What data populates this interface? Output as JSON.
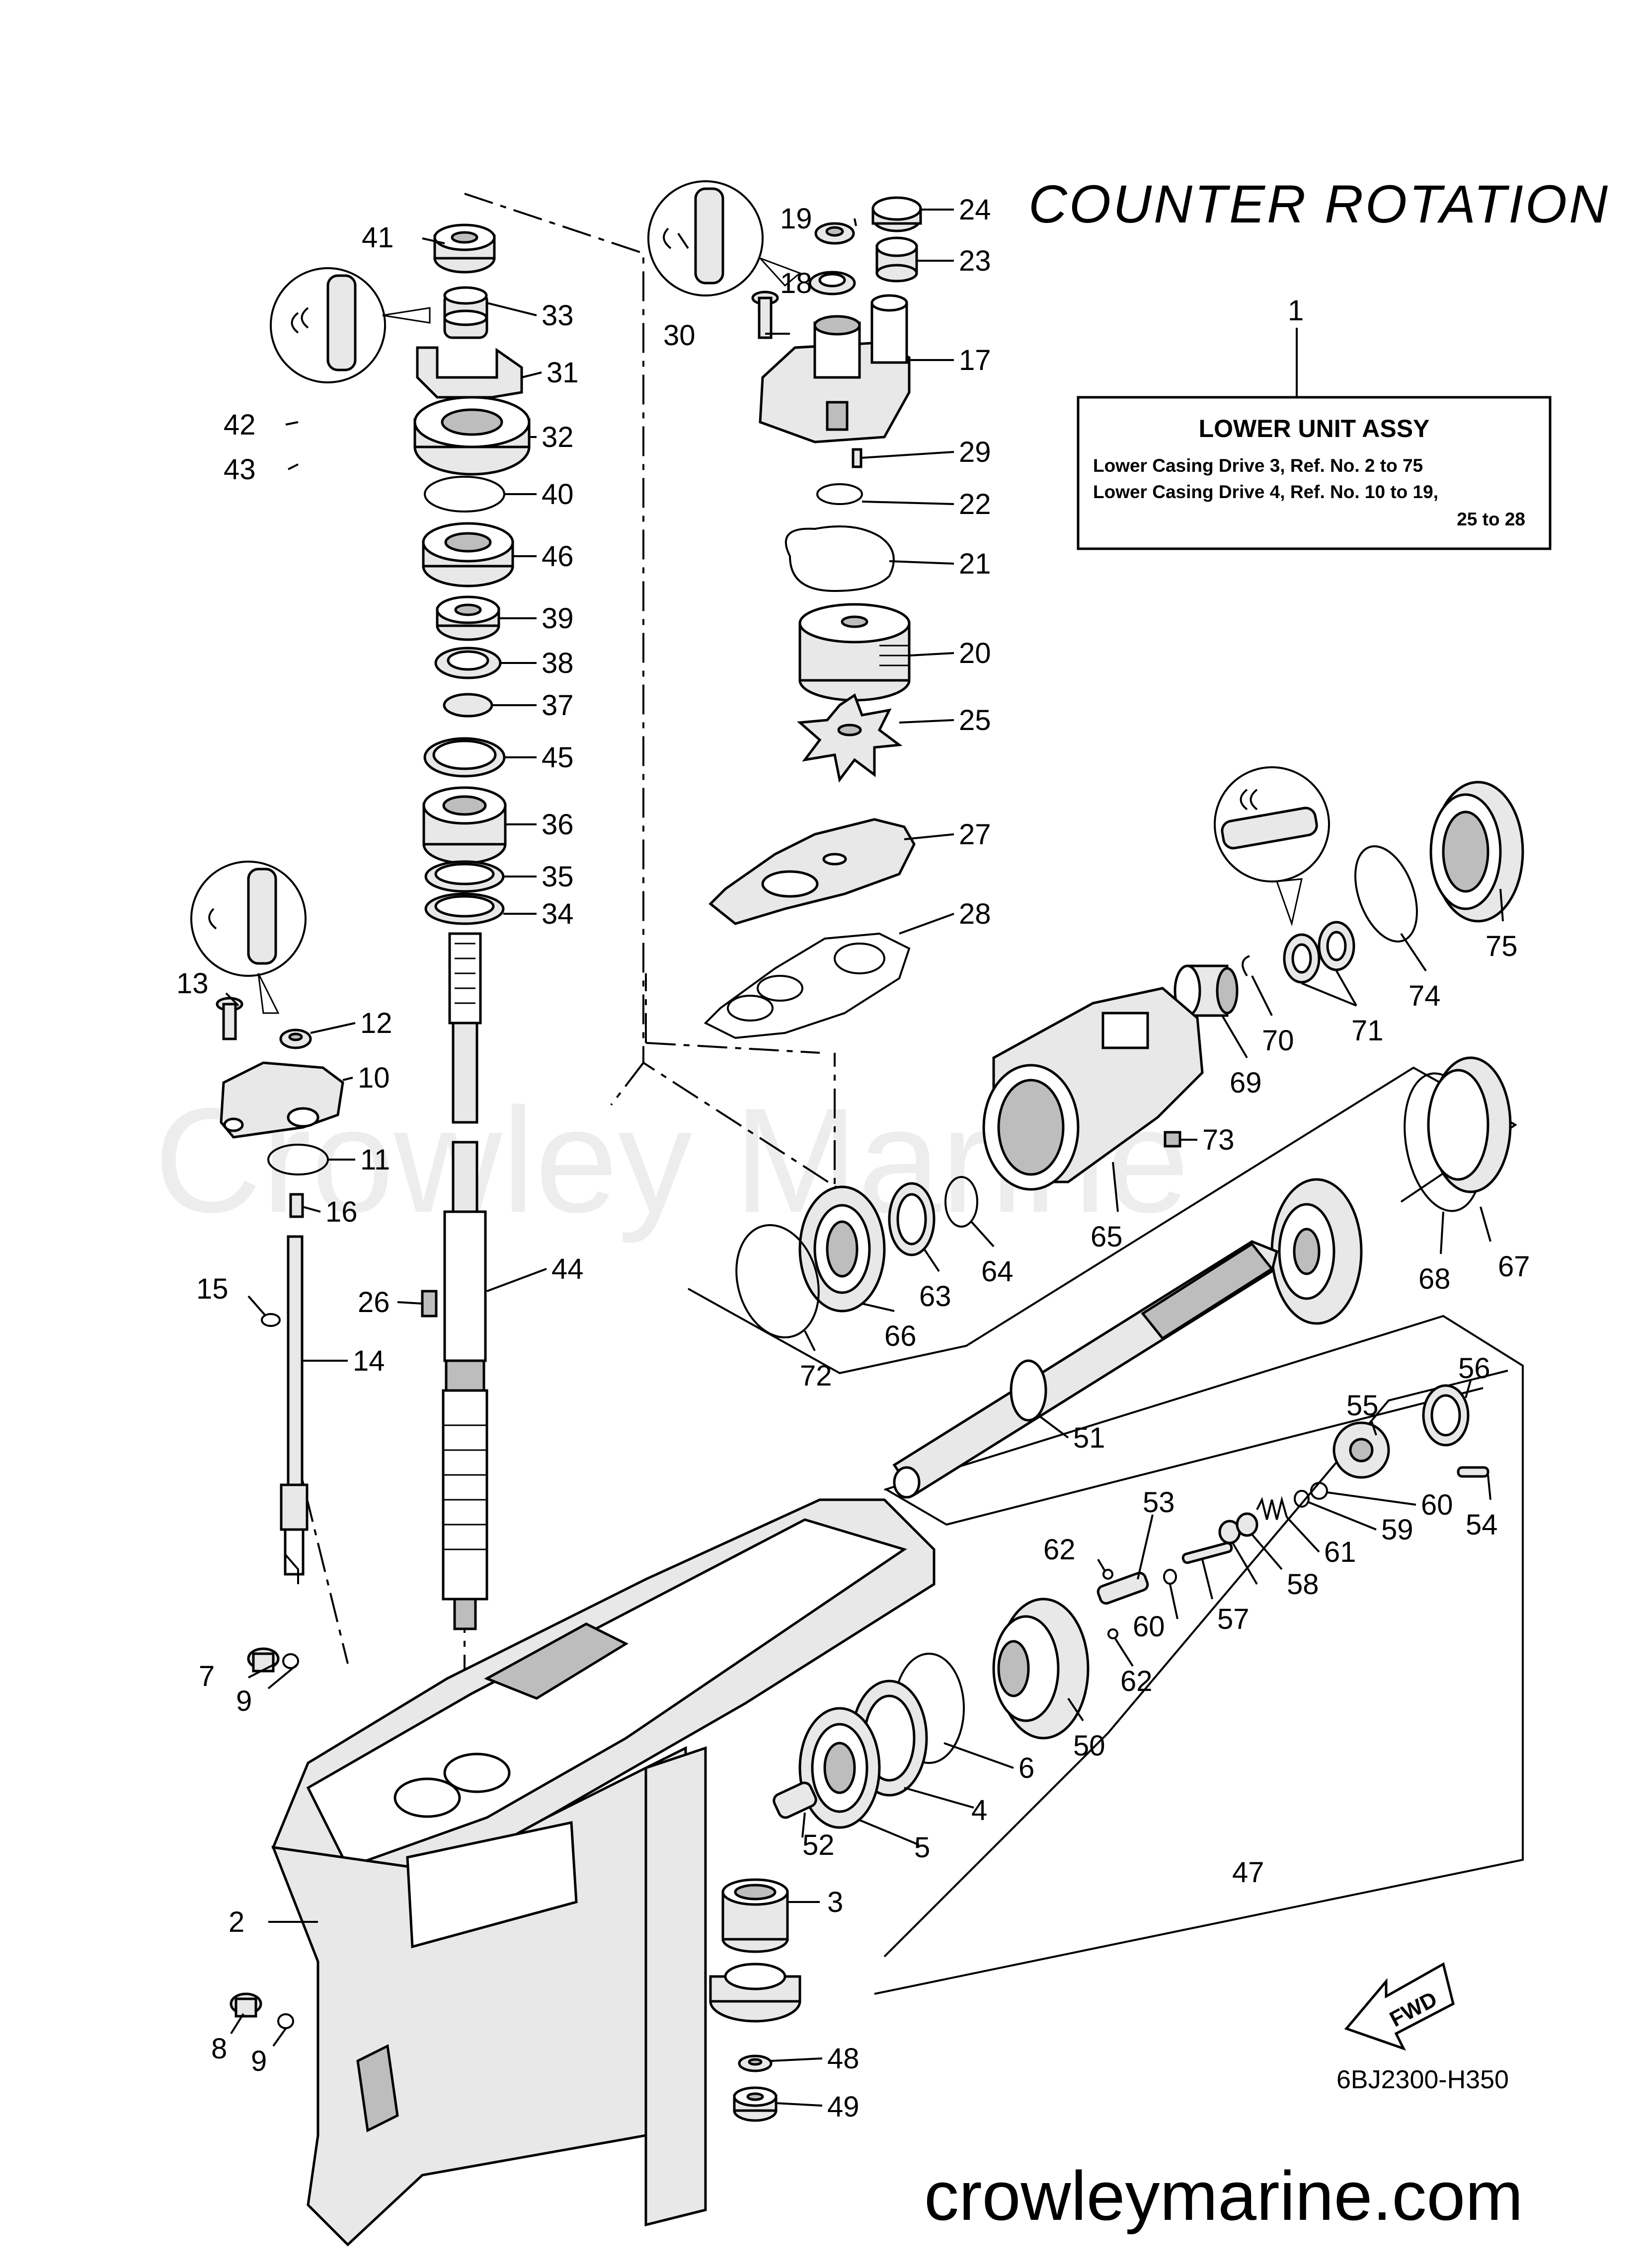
{
  "header": {
    "title": "COUNTER ROTATION"
  },
  "assembly_box": {
    "ref_number": "1",
    "title": "LOWER UNIT ASSY",
    "line1": "Lower Casing Drive 3,  Ref. No. 2 to 75",
    "line2": "Lower Casing Drive 4,  Ref. No. 10 to 19,",
    "line3": "25 to 28"
  },
  "diagram_code": "6BJ2300-H350",
  "watermark": "Crowley Marine",
  "website": "crowleymarine.com",
  "fwd_label": "FWD",
  "part_numbers": [
    "41",
    "33",
    "31",
    "42",
    "43",
    "32",
    "40",
    "46",
    "39",
    "38",
    "37",
    "45",
    "36",
    "35",
    "34",
    "19",
    "24",
    "23",
    "18",
    "30",
    "17",
    "29",
    "22",
    "21",
    "20",
    "25",
    "27",
    "28",
    "13",
    "12",
    "10",
    "11",
    "16",
    "15",
    "14",
    "26",
    "44",
    "75",
    "74",
    "71",
    "70",
    "69",
    "73",
    "65",
    "64",
    "63",
    "66",
    "72",
    "67",
    "68",
    "56",
    "55",
    "54",
    "60",
    "59",
    "61",
    "58",
    "57",
    "53",
    "62",
    "51",
    "7",
    "9",
    "8",
    "2",
    "50",
    "6",
    "4",
    "5",
    "52",
    "47",
    "3",
    "48",
    "49"
  ]
}
